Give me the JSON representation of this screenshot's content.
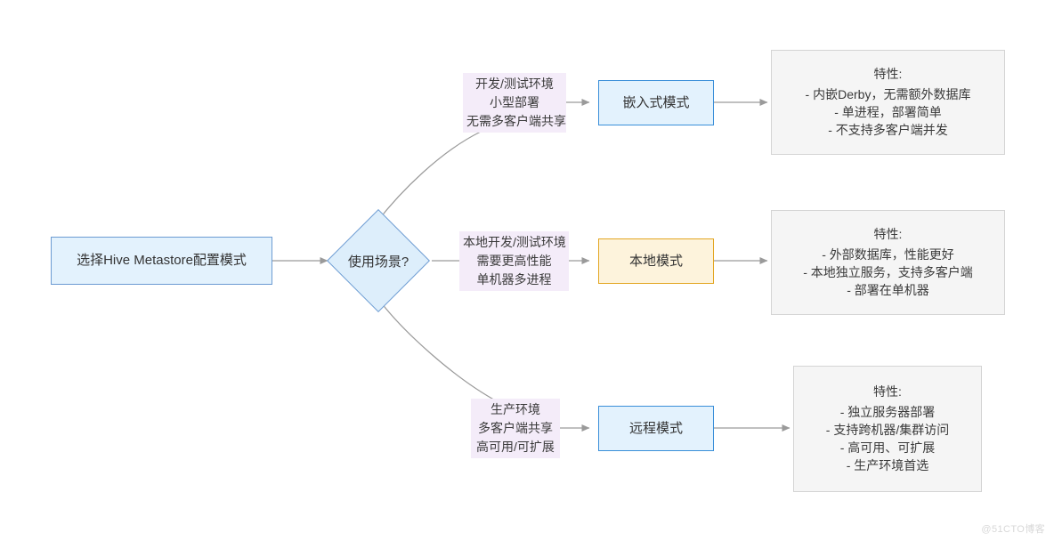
{
  "diagram": {
    "title": "选择Hive Metastore配置模式",
    "watermark": "@51CTO博客"
  },
  "nodes": {
    "start": {
      "label": "选择Hive Metastore配置模式"
    },
    "decision": {
      "label": "使用场景?"
    },
    "mode_embedded": {
      "label": "嵌入式模式"
    },
    "mode_local": {
      "label": "本地模式"
    },
    "mode_remote": {
      "label": "远程模式"
    }
  },
  "edge_labels": {
    "to_embedded": {
      "line1": "开发/测试环境",
      "line2": "小型部署",
      "line3": "无需多客户端共享"
    },
    "to_local": {
      "line1": "本地开发/测试环境",
      "line2": "需要更高性能",
      "line3": "单机器多进程"
    },
    "to_remote": {
      "line1": "生产环境",
      "line2": "多客户端共享",
      "line3": "高可用/可扩展"
    }
  },
  "features": {
    "embedded": {
      "title": "特性:",
      "items": [
        "- 内嵌Derby，无需额外数据库",
        "- 单进程，部署简单",
        "- 不支持多客户端并发"
      ]
    },
    "local": {
      "title": "特性:",
      "items": [
        "- 外部数据库，性能更好",
        "- 本地独立服务，支持多客户端",
        "- 部署在单机器"
      ]
    },
    "remote": {
      "title": "特性:",
      "items": [
        "- 独立服务器部署",
        "- 支持跨机器/集群访问",
        "- 高可用、可扩展",
        "- 生产环境首选"
      ]
    }
  },
  "colors": {
    "blue_fill": "#e3f2fd",
    "blue_stroke": "#3a8fd9",
    "orange_fill": "#fdf3dc",
    "orange_stroke": "#e3a622",
    "gray_fill": "#f5f5f5",
    "gray_stroke": "#d4d4d4",
    "label_fill": "#f4ecf9",
    "edge_stroke": "#9a9a9a"
  }
}
